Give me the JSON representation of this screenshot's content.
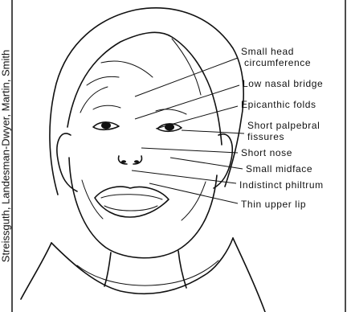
{
  "credit": "Streissguth, Landesman-Dwyer, Martin, Smith",
  "labels": [
    {
      "line1": "Small head",
      "line2": "circumference"
    },
    {
      "line1": "Low nasal bridge"
    },
    {
      "line1": "Epicanthic folds"
    },
    {
      "line1": "Short palpebral",
      "line2": "fissures"
    },
    {
      "line1": "Short nose"
    },
    {
      "line1": "Small midface"
    },
    {
      "line1": "Indistinct philtrum"
    },
    {
      "line1": "Thin upper lip"
    }
  ]
}
